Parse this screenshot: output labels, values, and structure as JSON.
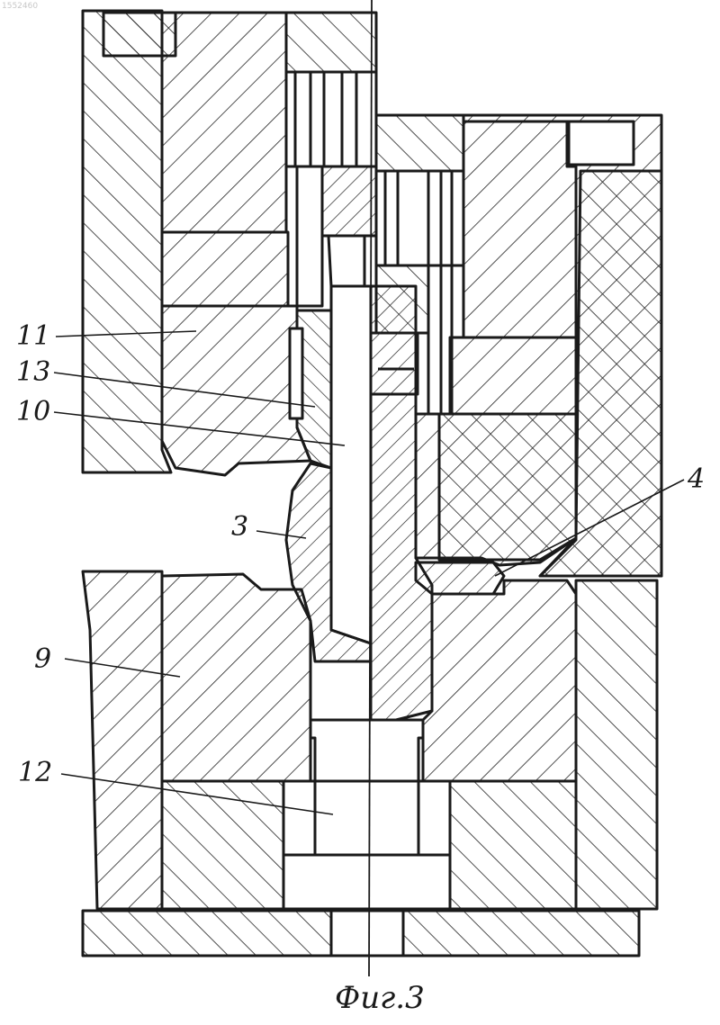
{
  "document_ref": "1552460",
  "figure": {
    "caption": "Фиг.3",
    "labels": [
      {
        "id": "11",
        "text": "11"
      },
      {
        "id": "13",
        "text": "13"
      },
      {
        "id": "10",
        "text": "10"
      },
      {
        "id": "3",
        "text": "3"
      },
      {
        "id": "4",
        "text": "4"
      },
      {
        "id": "9",
        "text": "9"
      },
      {
        "id": "12",
        "text": "12"
      }
    ]
  }
}
